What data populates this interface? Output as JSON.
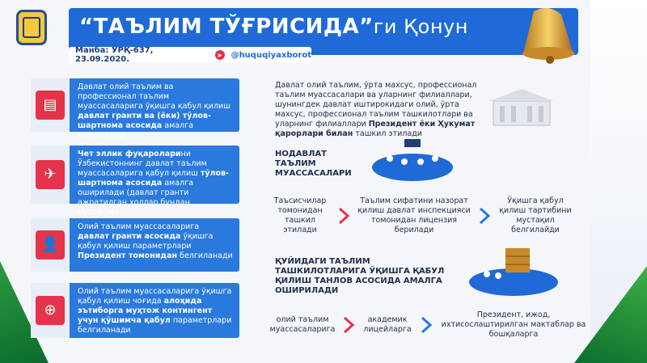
{
  "header": {
    "title_quoted": "“ТАЪЛИМ ТЎҒРИСИДА”",
    "title_suffix": "ги Қонун",
    "source": "Манба: ЎРҚ-637, 23.09.2020.",
    "handle": "@huquqiyaxborot"
  },
  "left_cards": [
    {
      "pre": "Давлат олий таълим ва профессионал таълим муассасаларига ўқишга қабул қилиш ",
      "bold": "давлат гранти ва (ёки) тўлов-шартнома асосида",
      "post": " амалга оширилади",
      "icon": "document-icon"
    },
    {
      "pre": "",
      "bold": "Чет эллик фуқаролари",
      "post": "ни Ўзбекистоннинг давлат таълим муассасаларига қабул қилиш ",
      "bold2": "тўлов-шартнома асосида",
      "post2": " амалга оширилади (давлат гранти ажратилган ҳоллар бундан мустасно)",
      "icon": "airplane-icon"
    },
    {
      "pre": "Олий таълим муассасаларига ",
      "bold": "давлат гранти асосида",
      "post": " ўқишга қабул қилиш параметрлари ",
      "bold2": "Президент томонидан",
      "post2": " белгиланади",
      "icon": "user-icon"
    },
    {
      "pre": "Олий таълим муассасаларига ўқишга қабул қилиш чоғида ",
      "bold": "алоҳида эътиборга муҳтож контингент учун қўшимча қабул",
      "post": " параметрлари белгиланади",
      "icon": "add-user-icon"
    }
  ],
  "right": {
    "intro_pre": "Давлат олий таълим, ўрта махсус, профессионал таълим муассасалари ва уларнинг филиаллари, шунингдек давлат иштирокидаги олий, ўрта махсус, профессионал таълим ташкилотлари ва уларнинг филиаллари ",
    "intro_bold": "Президент ёки Ҳукумат қарорлари билан",
    "intro_post": " ташкил этилади",
    "nodavlat_title": "НОДАВЛАТ ТАЪЛИМ МУАССАСАЛАРИ",
    "flow1": [
      "Таъсисчилар томонидан ташкил этилади",
      "Таълим сифатини назорат қилиш давлат инспекцияси томонидан лицензия берилади",
      "Ўқишга қабул қилиш тартибини мустақил белгилайди"
    ],
    "selection_title": "ҚУЙИДАГИ ТАЪЛИМ ТАШКИЛОТЛАРИГА ЎҚИШГА ҚАБУЛ ҚИЛИШ ТАНЛОВ АСОСИДА АМАЛГА ОШИРИЛАДИ",
    "flow2": [
      "олий таълим муассасаларига",
      "академик лицейларга",
      "Президент, ижод, ихтисослаштирилган мактаблар ва бошқаларга"
    ]
  },
  "colors": {
    "blue": "#2a79dd",
    "red": "#e4344b",
    "green": "#2ea043"
  }
}
